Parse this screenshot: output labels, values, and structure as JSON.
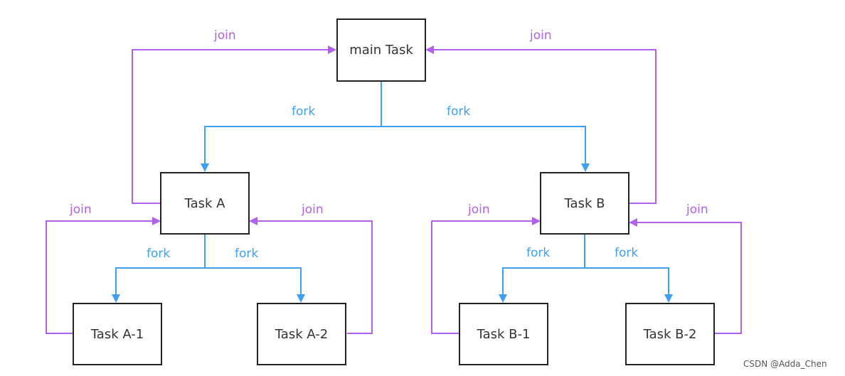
{
  "colors": {
    "fork": "#3da0f5",
    "join": "#b061f0",
    "box_border": "#222222"
  },
  "nodes": {
    "main": "main Task",
    "a": "Task A",
    "b": "Task B",
    "a1": "Task A-1",
    "a2": "Task A-2",
    "b1": "Task B-1",
    "b2": "Task B-2"
  },
  "edge_labels": {
    "fork": "fork",
    "join": "join"
  },
  "watermark": "CSDN @Adda_Chen"
}
